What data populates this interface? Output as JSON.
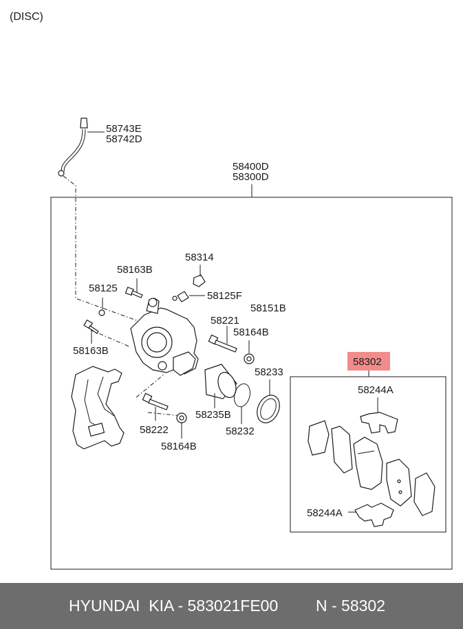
{
  "header": {
    "label": "(DISC)"
  },
  "parts": {
    "hose_a": "58743E",
    "hose_b": "58742D",
    "caliper_a": "58400D",
    "caliper_b": "58300D",
    "bolt_top": "58163B",
    "bolt_left": "58163B",
    "cap_top": "58314",
    "bleeder_screw": "58125",
    "bleeder_cap": "58125F",
    "bracket": "58151B",
    "guide_pin_upper": "58221",
    "boot_upper": "58164B",
    "guide_pin_lower": "58222",
    "boot_lower": "58164B",
    "piston": "58235B",
    "piston_seal": "58232",
    "dust_seal": "58233",
    "pad_kit": "58302",
    "pad_clip_top": "58244A",
    "pad_clip_bottom": "58244A"
  },
  "highlight": {
    "color": "#f28b8b",
    "label": "58302"
  },
  "footer": {
    "brand": "HYUNDAI  KIA - 583021FE00",
    "ref": "N - 58302"
  }
}
